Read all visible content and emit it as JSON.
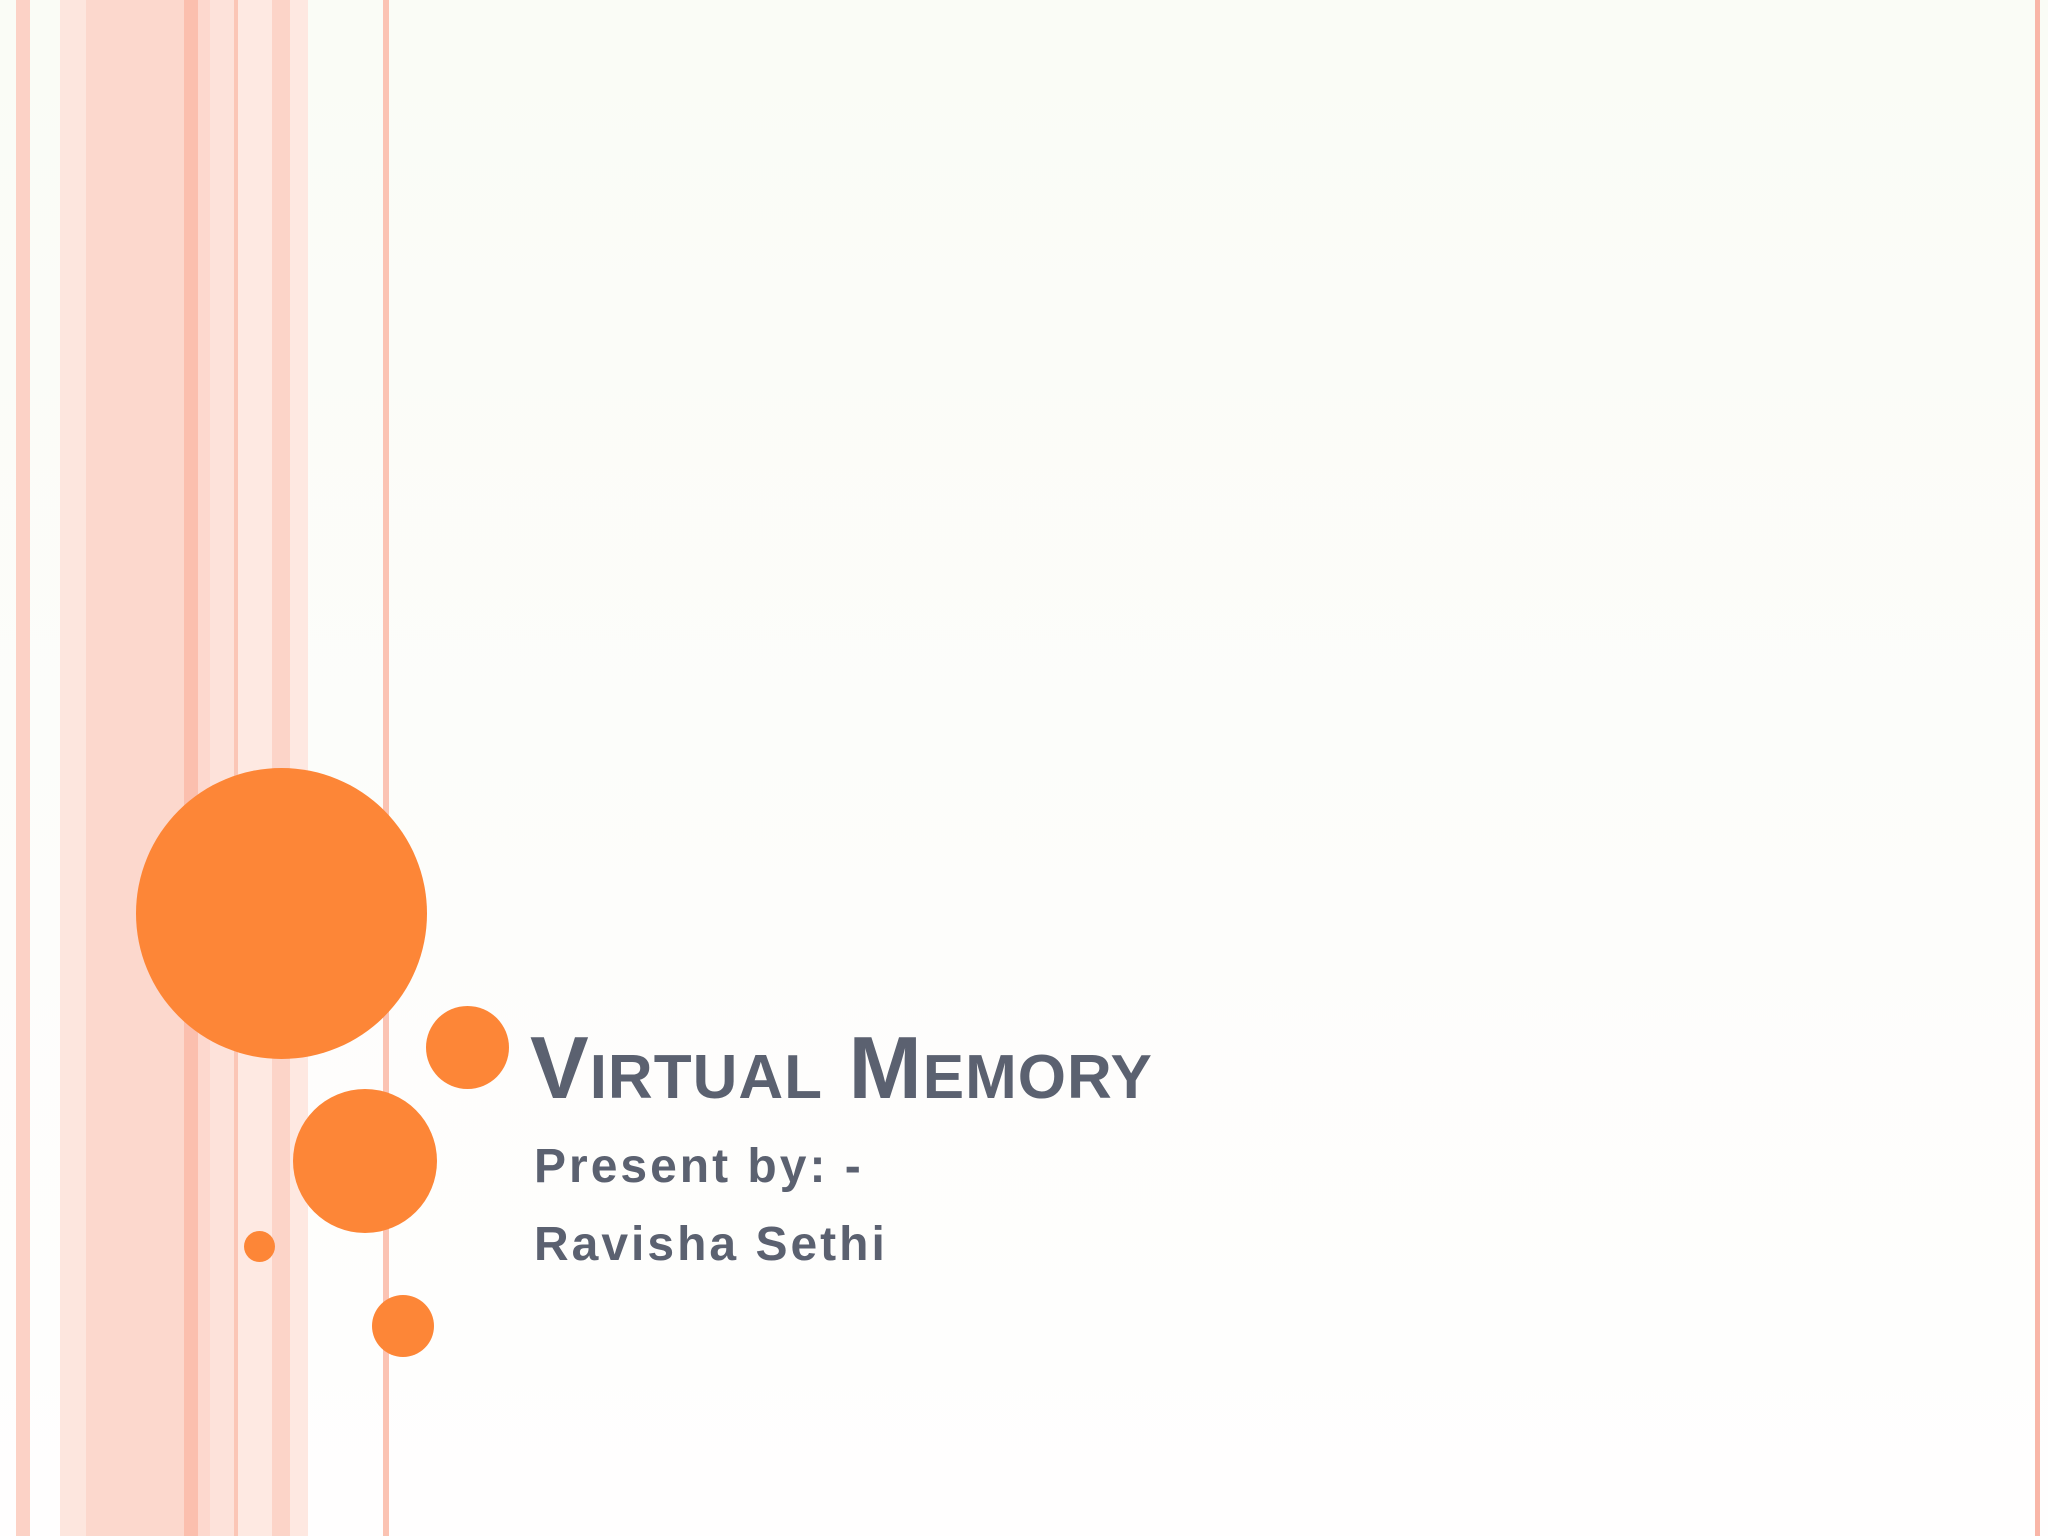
{
  "slide": {
    "title": "Virtual Memory",
    "subtitle_lines": [
      "Present by: -",
      "Ravisha Sethi"
    ]
  },
  "theme": {
    "accent": "#fd8637",
    "stripe_color": "#fbbfae",
    "text_color": "#5b6170",
    "background": "#fbfcf8"
  }
}
